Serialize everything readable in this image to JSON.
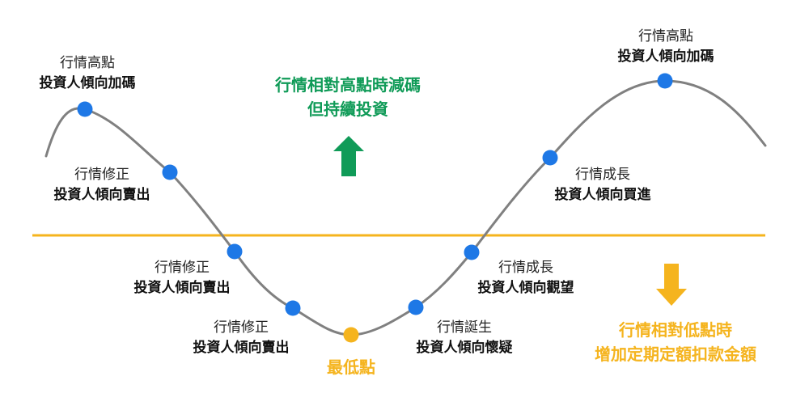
{
  "colors": {
    "curve": "#808080",
    "threshold": "#F5B41E",
    "point": "#1E78E6",
    "lowest": "#F5B41E",
    "green": "#109B58",
    "orange": "#F5B41E"
  },
  "labels": {
    "peak_left": {
      "line1": "行情高點",
      "line2": "投資人傾向加碼"
    },
    "correction_1": {
      "line1": "行情修正",
      "line2": "投資人傾向賣出"
    },
    "correction_2": {
      "line1": "行情修正",
      "line2": "投資人傾向賣出"
    },
    "correction_3": {
      "line1": "行情修正",
      "line2": "投資人傾向賣出"
    },
    "lowest": "最低點",
    "birth": {
      "line1": "行情誕生",
      "line2": "投資人傾向懷疑"
    },
    "growth_watch": {
      "line1": "行情成長",
      "line2": "投資人傾向觀望"
    },
    "growth_buy": {
      "line1": "行情成長",
      "line2": "投資人傾向買進"
    },
    "peak_right": {
      "line1": "行情高點",
      "line2": "投資人傾向加碼"
    }
  },
  "callouts": {
    "high": {
      "line1": "行情相對高點時減碼",
      "line2": "但持續投資",
      "arrow": "up-arrow-icon"
    },
    "low": {
      "line1": "行情相對低點時",
      "line2": "增加定期定額扣款金額",
      "arrow": "down-arrow-icon"
    }
  }
}
